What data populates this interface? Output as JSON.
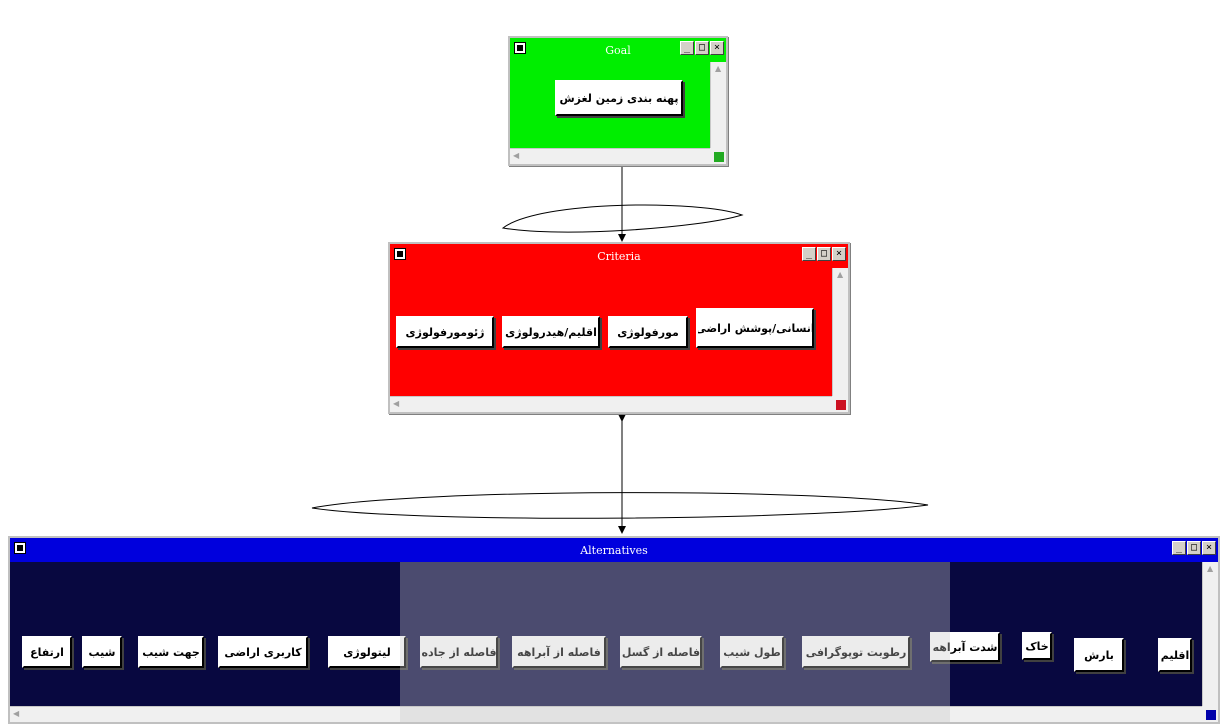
{
  "goal": {
    "title": "Goal",
    "node": "پهنه بندی زمین لغزش",
    "color": "#00ee00"
  },
  "criteria": {
    "title": "Criteria",
    "color": "#ff0000",
    "nodes": [
      "انسانی/پوشش اراضی",
      "مورفولوژی",
      "اقلیم/هیدرولوژی",
      "ژئومورفولوژی"
    ]
  },
  "alternatives": {
    "title": "Alternatives",
    "color": "#0000dd",
    "client_color": "#080840",
    "nodes": [
      "اقلیم",
      "بارش",
      "خاک",
      "شدت آبراهه",
      "رطوبت توپوگرافی",
      "طول شیب",
      "فاصله از گسل",
      "فاصله از آبراهه",
      "فاصله از جاده",
      "لیتولوژی",
      "کاربری اراضی",
      "جهت شیب",
      "شیب",
      "ارتفاع"
    ]
  },
  "window_controls": {
    "minimize": "_",
    "maximize": "□",
    "close": "×"
  }
}
